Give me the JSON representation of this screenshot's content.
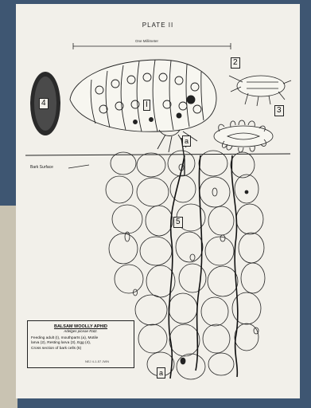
{
  "plate": {
    "title": "PLATE II",
    "scale_label": "One Millimeter",
    "bark_label": "Bark Surface",
    "labels": {
      "adult": "I",
      "larva": "2",
      "resting": "3",
      "egg": "4",
      "cells": "5",
      "mouthparts_top": "a",
      "mouthparts_bottom": "a"
    },
    "legend": {
      "title": "BALSAM WOOLLY APHID",
      "scientific": "Adelges piceae Ratz.",
      "lines": [
        "Feeding adult (I), mouthparts (a), Motile",
        "larva (2), Resting larva (3), Egg (4),",
        "Cross section of bark cells (5)"
      ]
    },
    "credit": "NEJ 4-1-57 JWN"
  },
  "colors": {
    "background": "#3e5672",
    "paper": "#f2f0ea",
    "ink": "#222222"
  }
}
